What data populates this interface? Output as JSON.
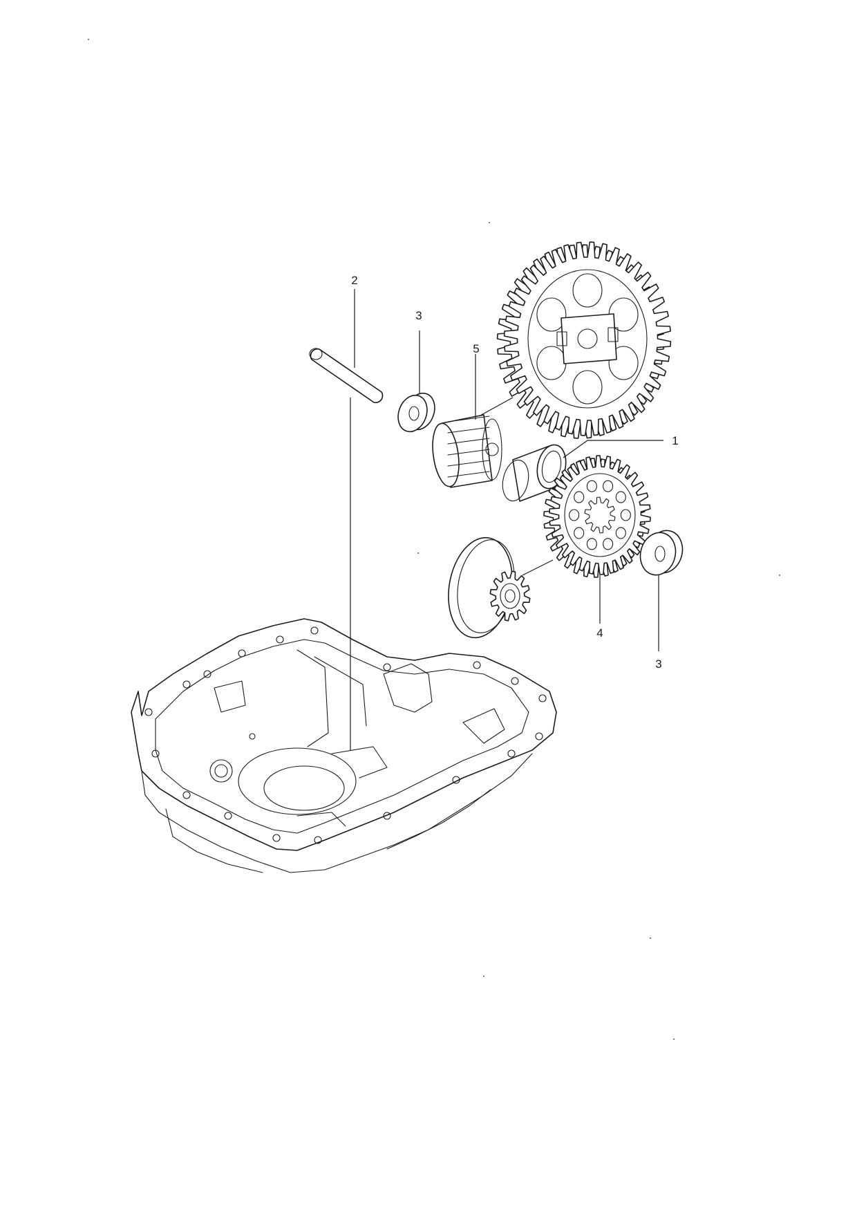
{
  "callouts": [
    {
      "id": "c1",
      "text": "1"
    },
    {
      "id": "c2",
      "text": "2"
    },
    {
      "id": "c3a",
      "text": "3"
    },
    {
      "id": "c3b",
      "text": "3"
    },
    {
      "id": "c4",
      "text": "4"
    },
    {
      "id": "c5",
      "text": "5"
    }
  ]
}
